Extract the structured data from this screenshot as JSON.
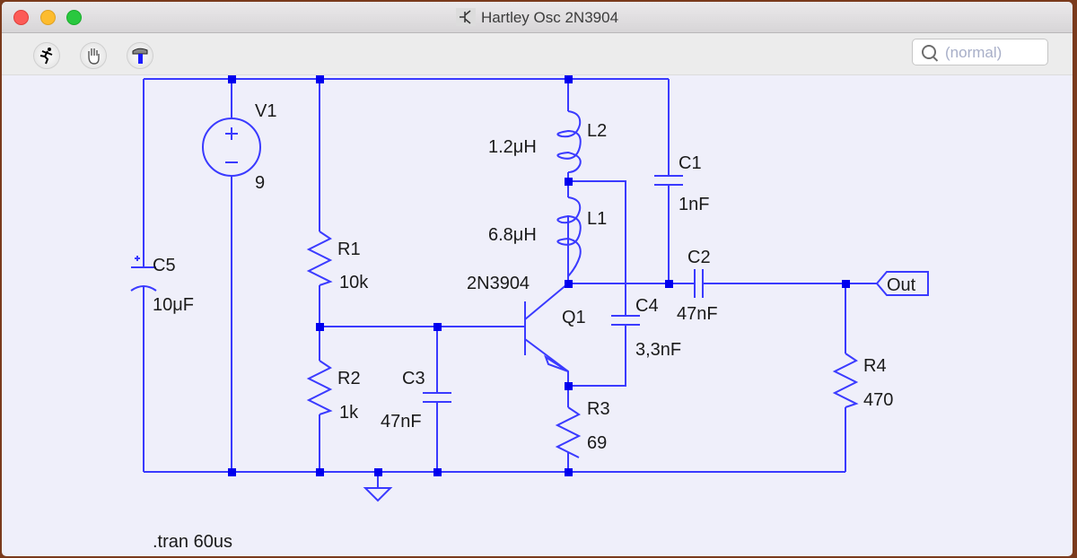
{
  "window": {
    "title": "Hartley Osc 2N3904",
    "title_icon": "transistor-icon"
  },
  "toolbar": {
    "tools": [
      {
        "name": "run",
        "icon": "running-man-icon"
      },
      {
        "name": "halt",
        "icon": "hand-icon"
      },
      {
        "name": "control-panel",
        "icon": "hammer-icon"
      }
    ],
    "search_placeholder": "(normal)"
  },
  "schematic": {
    "wire_color": "#3a3aff",
    "junction_color": "#0000ee",
    "components": {
      "V1": {
        "ref": "V1",
        "value": "9"
      },
      "C5": {
        "ref": "C5",
        "value": "10μF"
      },
      "R1": {
        "ref": "R1",
        "value": "10k"
      },
      "R2": {
        "ref": "R2",
        "value": "1k"
      },
      "C3": {
        "ref": "C3",
        "value": "47nF"
      },
      "L2": {
        "ref": "L2",
        "value": "1.2μH"
      },
      "L1": {
        "ref": "L1",
        "value": "6.8μH"
      },
      "C1": {
        "ref": "C1",
        "value": "1nF"
      },
      "Q1": {
        "ref": "Q1",
        "value": "2N3904"
      },
      "C4": {
        "ref": "C4",
        "value": "3,3nF"
      },
      "C2": {
        "ref": "C2",
        "value": "47nF"
      },
      "R3": {
        "ref": "R3",
        "value": "69"
      },
      "R4": {
        "ref": "R4",
        "value": "470"
      }
    },
    "net_label": "Out",
    "directive": ".tran 60us"
  }
}
